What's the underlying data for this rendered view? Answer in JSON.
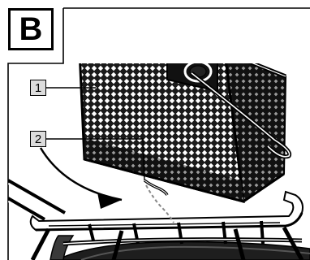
{
  "step_letter": "B",
  "callouts": [
    "1",
    "2"
  ]
}
